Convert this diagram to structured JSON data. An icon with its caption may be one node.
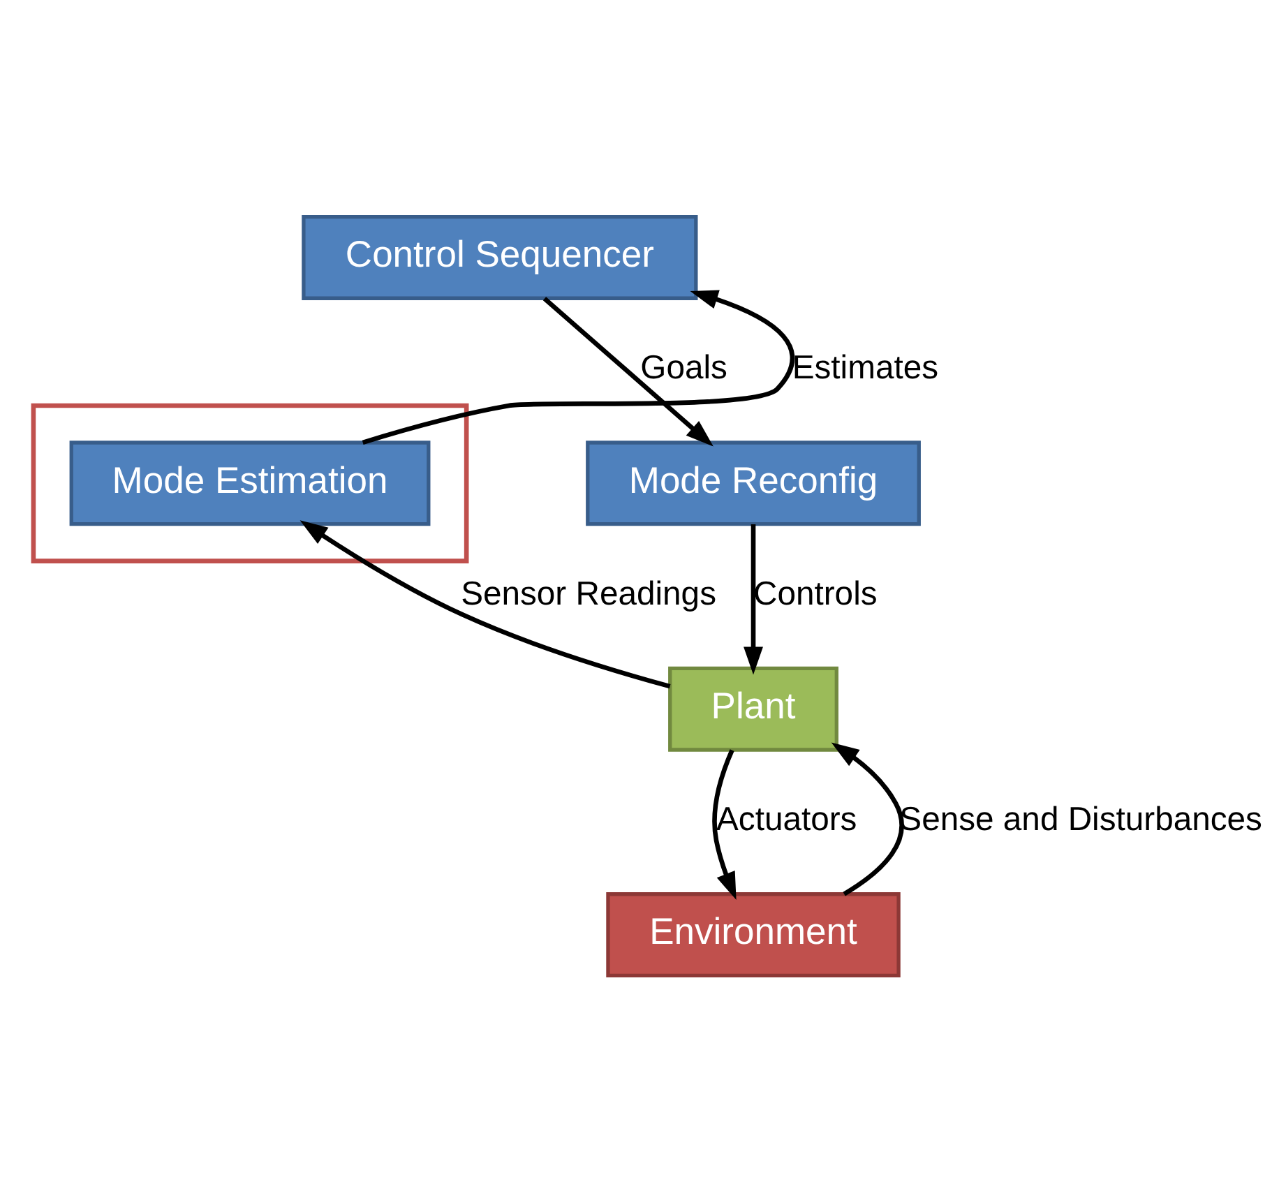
{
  "diagram": {
    "nodes": [
      {
        "text": [
          "Control Sequencer"
        ]
      },
      {
        "text": [],
        "shape": "box"
      },
      {
        "text": [
          "Mode Estimation"
        ],
        "in": 1
      },
      {
        "text": [
          "Mode Reconfig"
        ]
      },
      {
        "text": [
          "Plant"
        ]
      },
      {
        "text": [
          "Environment"
        ]
      }
    ],
    "edges": [
      {
        "from": 2,
        "to": 0,
        "arrow": "to",
        "label": "Estimates"
      },
      {
        "from": 0,
        "to": 3,
        "arrow": "to",
        "label": "Goals"
      },
      {
        "from": 4,
        "to": 2,
        "arrow": "to",
        "label": "Sensor Readings"
      },
      {
        "from": 3,
        "to": 4,
        "arrow": "to",
        "label": "Controls"
      },
      {
        "from": 5,
        "to": 4,
        "arrow": "to",
        "label": "Sense and Disturbances"
      },
      {
        "from": 4,
        "to": 5,
        "arrow": "to",
        "label": "Actuators"
      }
    ]
  }
}
